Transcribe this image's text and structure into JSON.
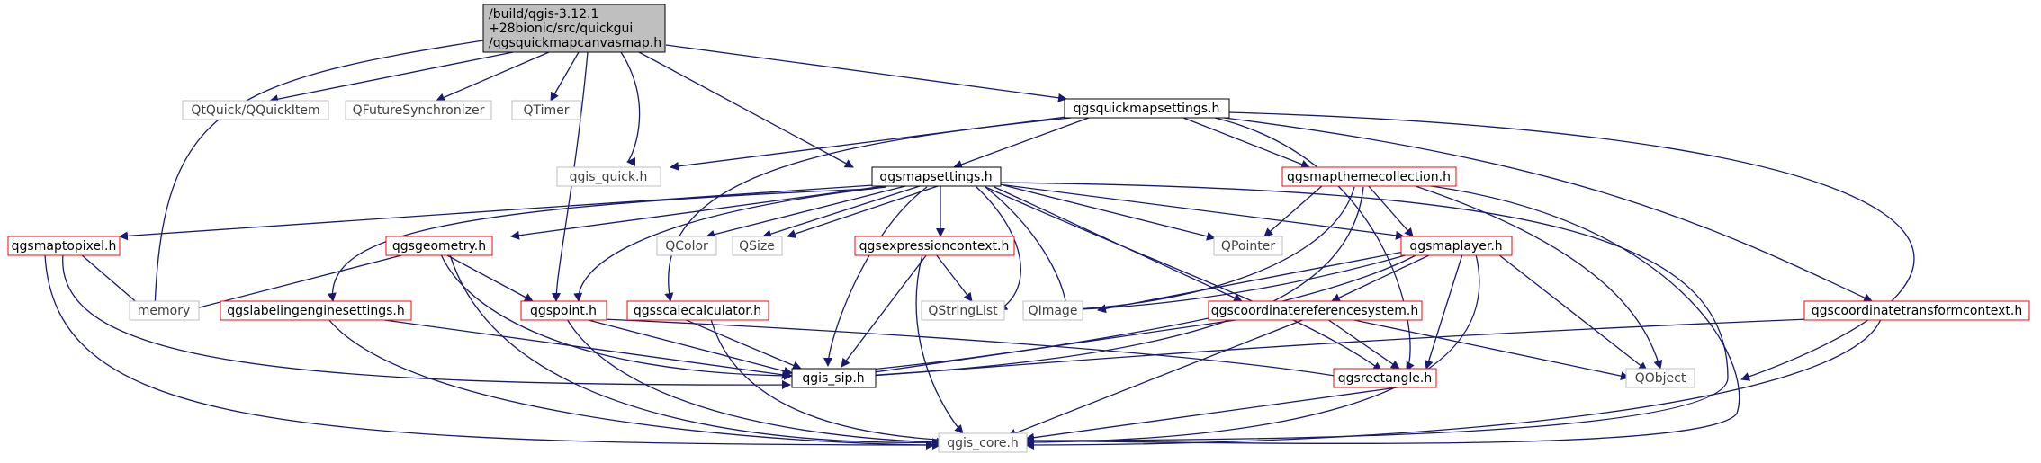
{
  "title_lines": [
    "/build/qgis-3.12.1",
    "+28bionic/src/quickgui",
    "/qgsquickmapcanvasmap.h"
  ],
  "colors": {
    "edge": "#191970",
    "root_fill": "#bfbfbf",
    "root_border": "#000000",
    "documented_border": "#ff0000",
    "local_border": "#000000",
    "external_border": "#bfbfbf",
    "external_text": "#404040"
  },
  "nodes": {
    "root": "/build/qgis-3.12.1 +28bionic/src/quickgui /qgsquickmapcanvasmap.h",
    "qtquick": "QtQuick/QQuickItem",
    "qfuture": "QFutureSynchronizer",
    "qtimer": "QTimer",
    "quickmapsettings": "qgsquickmapsettings.h",
    "gisquick": "qgis_quick.h",
    "mapsettings": "qgsmapsettings.h",
    "mapthemecollection": "qgsmapthemecollection.h",
    "maptopixel": "qgsmaptopixel.h",
    "geometry": "qgsgeometry.h",
    "qcolor": "QColor",
    "qsize": "QSize",
    "exprcontext": "qgsexpressioncontext.h",
    "qpointer": "QPointer",
    "maplayer": "qgsmaplayer.h",
    "coordtransformctx": "qgscoordinatetransformcontext.h",
    "memory": "memory",
    "labelingengine": "qgslabelingenginesettings.h",
    "point": "qgspoint.h",
    "scalecalc": "qgsscalecalculator.h",
    "qstringlist": "QStringList",
    "qimage": "QImage",
    "crs": "qgscoordinatereferencesystem.h",
    "sip": "qgis_sip.h",
    "rectangle": "qgsrectangle.h",
    "qobject": "QObject",
    "core": "qgis_core.h"
  }
}
